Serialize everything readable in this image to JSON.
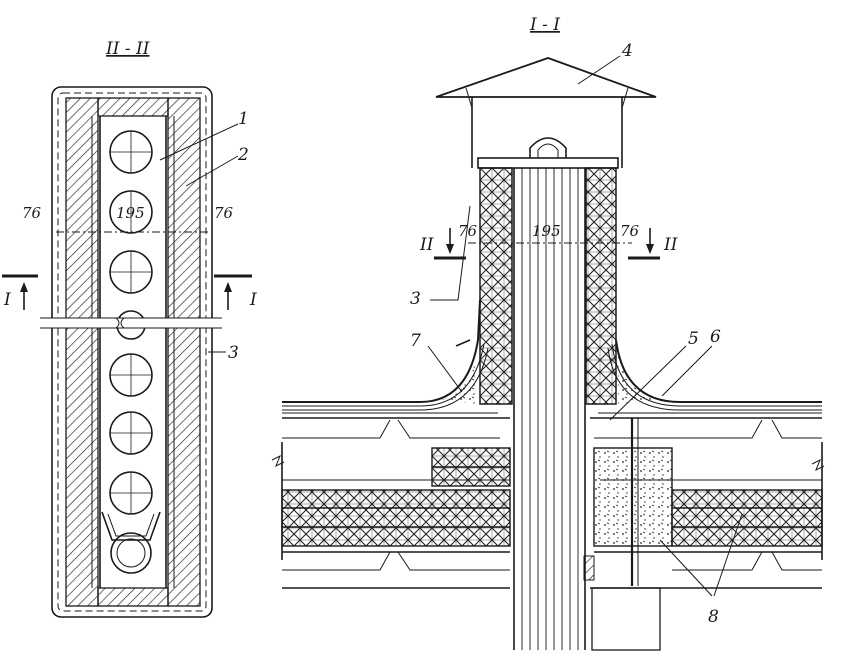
{
  "section_II_title": "II - II",
  "section_I_title": "I - I",
  "cut_marker": "I",
  "cut_marker_II": "II",
  "dim_76": "76",
  "dim_195": "195",
  "callouts": [
    "1",
    "2",
    "3",
    "4",
    "5",
    "6",
    "7",
    "8"
  ]
}
